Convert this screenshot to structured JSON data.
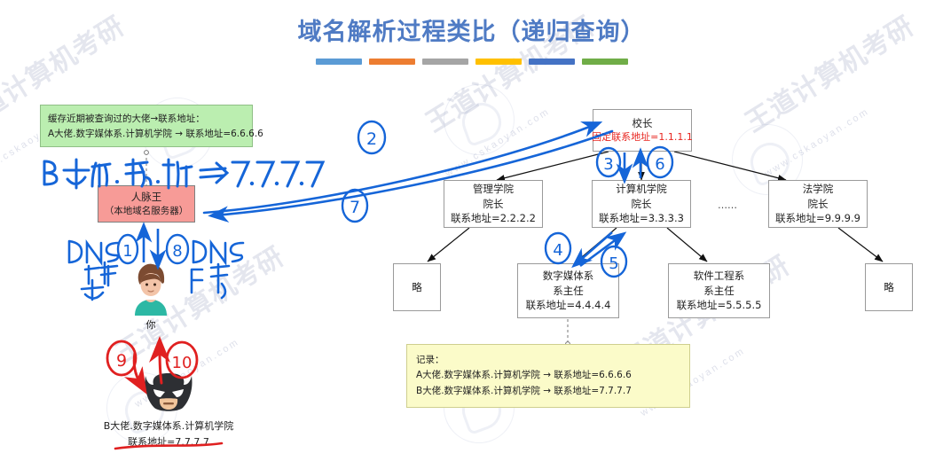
{
  "title": "域名解析过程类比（递归查询）",
  "accent_bars": [
    {
      "name": "bar-blue-light",
      "color": "#5b9bd5"
    },
    {
      "name": "bar-orange",
      "color": "#ed7d31"
    },
    {
      "name": "bar-gray",
      "color": "#a5a5a5"
    },
    {
      "name": "bar-yellow",
      "color": "#ffc000"
    },
    {
      "name": "bar-blue-dark",
      "color": "#4472c4"
    },
    {
      "name": "bar-green",
      "color": "#70ad47"
    }
  ],
  "cache_box": {
    "line1": "缓存近期被查询过的大佬→联系地址：",
    "line2": "A大佬.数字媒体系.计算机学院 → 联系地址=6.6.6.6",
    "bg": "#bbeeb0"
  },
  "local_dns": {
    "line1": "人脉王",
    "line2": "（本地域名服务器）",
    "bg": "#f79b97"
  },
  "root": {
    "line1": "校长",
    "red_label": "固定联系地址",
    "address": "=1.1.1.1",
    "red": "#e8251f"
  },
  "colleges": [
    {
      "name": "管理学院",
      "role": "院长",
      "addr": "联系地址=2.2.2.2"
    },
    {
      "name": "计算机学院",
      "role": "院长",
      "addr": "联系地址=3.3.3.3"
    },
    {
      "name": "法学院",
      "role": "院长",
      "addr": "联系地址=9.9.9.9"
    }
  ],
  "ellipsis": "……",
  "departments": [
    {
      "name": "略",
      "role": "",
      "addr": ""
    },
    {
      "name": "数字媒体系",
      "role": "系主任",
      "addr": "联系地址=4.4.4.4"
    },
    {
      "name": "软件工程系",
      "role": "系主任",
      "addr": "联系地址=5.5.5.5"
    },
    {
      "name": "略",
      "role": "",
      "addr": ""
    }
  ],
  "record_box": {
    "line1": "记录：",
    "line2": "A大佬.数字媒体系.计算机学院 → 联系地址=6.6.6.6",
    "line3": "B大佬.数字媒体系.计算机学院 → 联系地址=7.7.7.7",
    "bg": "#fbfbc9"
  },
  "user": {
    "caption": "你"
  },
  "target_host": {
    "line1": "B大佬.数字媒体系.计算机学院",
    "line2": "联系地址=7.7.7.7"
  },
  "annotations": {
    "ink_blue": "#1565d8",
    "ink_red": "#e02020",
    "handwritten_cache": "B大佬.数.计 ⇒ 7.7.7.7",
    "label_dns_request": "DNS请求",
    "label_dns_response": "DNS响应",
    "steps": [
      {
        "id": "1",
        "color": "#1565d8"
      },
      {
        "id": "2",
        "color": "#1565d8"
      },
      {
        "id": "3",
        "color": "#1565d8"
      },
      {
        "id": "4",
        "color": "#1565d8"
      },
      {
        "id": "5",
        "color": "#1565d8"
      },
      {
        "id": "6",
        "color": "#1565d8"
      },
      {
        "id": "7",
        "color": "#1565d8"
      },
      {
        "id": "8",
        "color": "#1565d8"
      },
      {
        "id": "9",
        "color": "#e02020"
      },
      {
        "id": "10",
        "color": "#e02020"
      }
    ]
  },
  "watermark": {
    "brand": "王道计算机考研",
    "site": "www.cskaoyan.com"
  }
}
